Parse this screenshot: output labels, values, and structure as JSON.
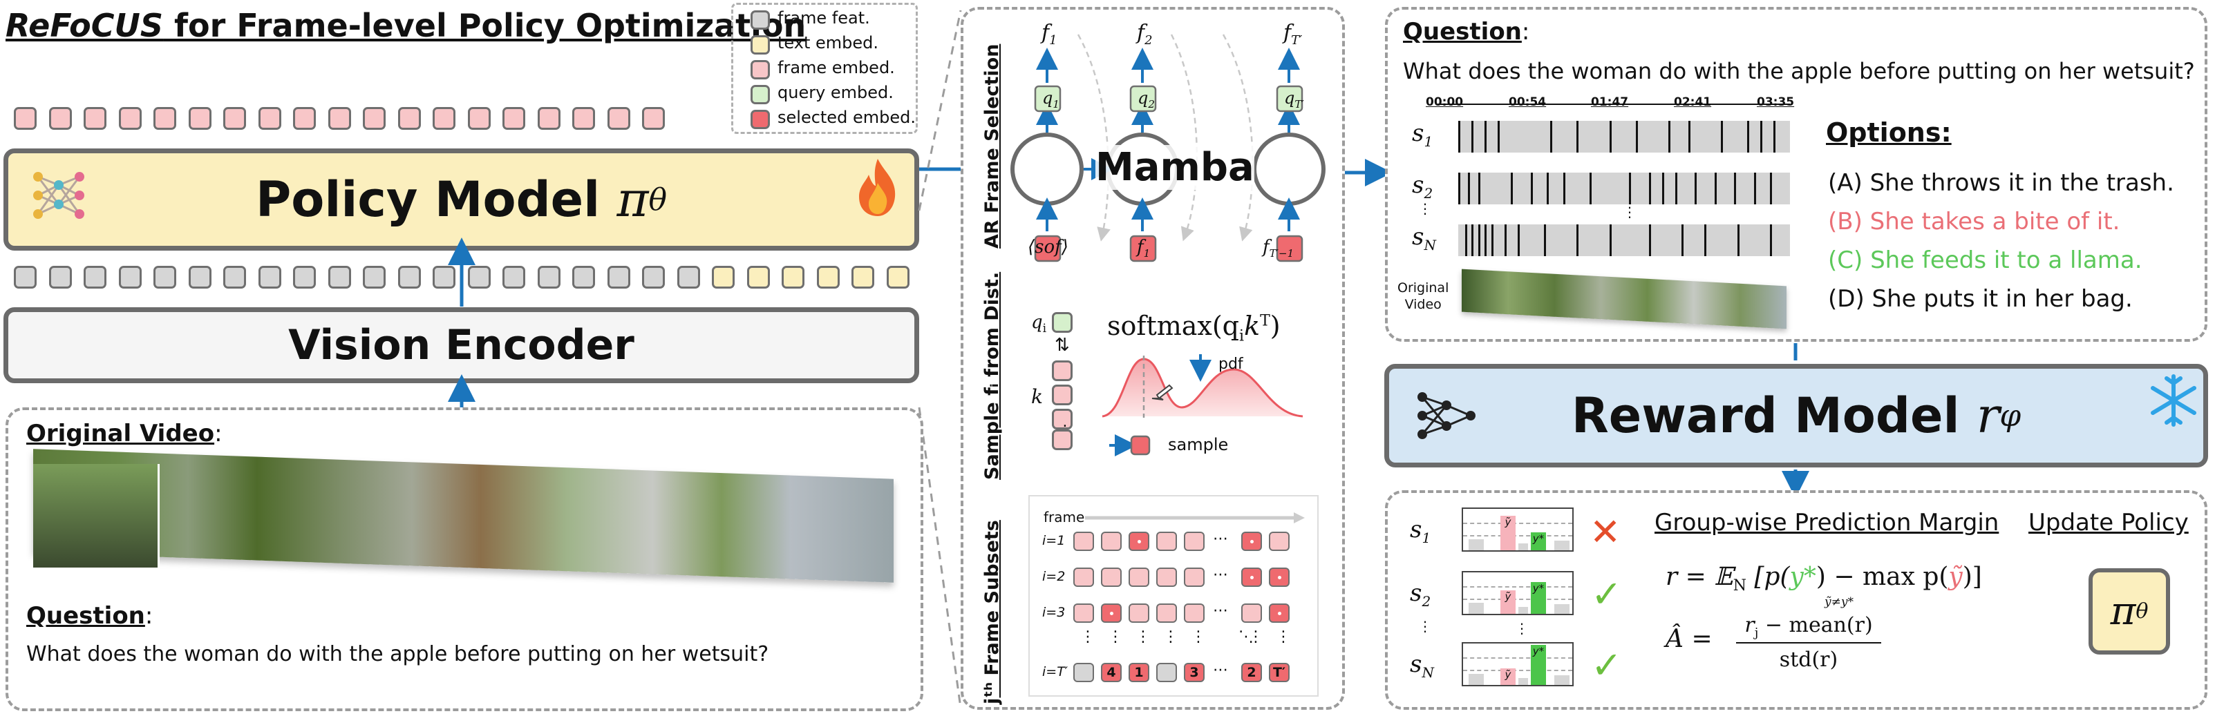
{
  "title": {
    "italic": "ReFoCUS",
    "rest": " for Frame-level Policy Optimization"
  },
  "legend": [
    {
      "label": "frame feat.",
      "color": "#d6d6d6"
    },
    {
      "label": "text embed.",
      "color": "#fbefbe"
    },
    {
      "label": "frame embed.",
      "color": "#f8c6c8"
    },
    {
      "label": "query embed.",
      "color": "#d6f0cc"
    },
    {
      "label": "selected embed.",
      "color": "#ef6a6f"
    }
  ],
  "policy_model": {
    "label": "Policy Model ",
    "symbol": "π",
    "sub": "θ"
  },
  "vision_encoder": {
    "label": "Vision Encoder"
  },
  "left_panel": {
    "video_heading": "Original Video",
    "video_colon": ":",
    "question_heading": "Question",
    "question_colon": ":",
    "question": "What does the woman do with the apple before putting on her wetsuit?"
  },
  "middle": {
    "section1_label": "AR Frame Selection",
    "mamba": "Mamba",
    "f_labels": [
      "f",
      "f",
      "f"
    ],
    "f_subs": [
      "1",
      "2",
      "T′"
    ],
    "q_labels": [
      "q",
      "q",
      "q"
    ],
    "q_subs": [
      "1",
      "2",
      "T′"
    ],
    "inputs": [
      "⟨sof⟩",
      "f",
      "f"
    ],
    "input_subs": [
      "",
      "1",
      "T′−1"
    ],
    "section2_label": "Sample fᵢ from Dist.",
    "qi": "q",
    "qi_sub": "i",
    "k": "k",
    "softmax": "softmax(q",
    "softmax_sub": "i",
    "softmax_tail": "k",
    "softmax_sup": "T",
    "softmax_close": ")",
    "pdf": "pdf",
    "sample": "sample",
    "section3_label": "jᵗʰ Frame Subsets",
    "frame_arrow": "frame",
    "rows": [
      "i=1",
      "i=2",
      "i=3",
      "i=T′"
    ],
    "last_row_numbers": [
      "4",
      "1",
      "3",
      "2",
      "T′"
    ],
    "ellipsis": "⋯",
    "vdots": "⋮",
    "ddots": "⋱"
  },
  "right_top": {
    "question_heading": "Question",
    "question_colon": ":",
    "question": "What does the woman do with the apple before putting on her wetsuit?",
    "ticks": [
      "00:00",
      "00:54",
      "01:47",
      "02:41",
      "03:35"
    ],
    "series": [
      "s",
      "s",
      "s"
    ],
    "series_subs": [
      "1",
      "2",
      "N"
    ],
    "original_video": [
      "Original",
      "Video"
    ],
    "options_heading": "Options:",
    "options": [
      {
        "text": "(A) She throws it in the trash.",
        "color": "#111111"
      },
      {
        "text": "(B) She takes a bite of it.",
        "color": "#ea6f76"
      },
      {
        "text": "(C) She feeds it to a llama.",
        "color": "#5cc85a"
      },
      {
        "text": "(D) She puts it in her bag.",
        "color": "#111111"
      }
    ]
  },
  "reward_model": {
    "label": "Reward Model ",
    "symbol": "r",
    "sub": "φ"
  },
  "bottom_right": {
    "series": [
      "s",
      "s",
      "s"
    ],
    "series_subs": [
      "1",
      "2",
      "N"
    ],
    "margin_heading": "Group-wise Prediction Margin",
    "update_heading": "Update Policy",
    "reward_formula": "r = 𝔼",
    "reward_sub": "N",
    "bracket_open": "[p(",
    "y_star": "y*",
    "mid": ") − max p(",
    "max_under": "ỹ≠y*",
    "y_tilde": "ỹ",
    "bracket_close": ")]",
    "adv_lhs": "Â =",
    "adv_num": "r",
    "adv_num_sub": "j",
    "adv_num_tail": " − mean(r)",
    "adv_den": "std(r)",
    "policy_symbol": "π",
    "policy_sub": "θ",
    "bar_labels": [
      "ỹ",
      "y*"
    ]
  },
  "colors": {
    "arrow": "#1b75bc",
    "policy_fill": "#fbefbe",
    "reward_fill": "#d5e6f4",
    "cross": "#e44d2b",
    "check": "#6cbf3f",
    "green": "#5cc85a",
    "pink_text": "#ea6f76"
  }
}
